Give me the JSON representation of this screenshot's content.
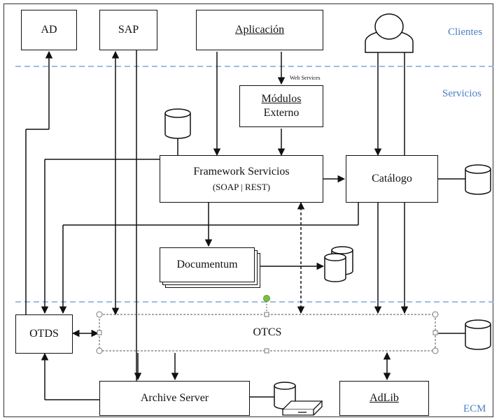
{
  "zones": {
    "clientes": "Clientes",
    "servicios": "Servicios",
    "ecm": "ECM"
  },
  "nodes": {
    "ad": "AD",
    "sap": "SAP",
    "aplicacion": "Aplicación",
    "modulos_line1": "Módulos",
    "modulos_line2": "Externo",
    "framework_line1": "Framework Servicios",
    "framework_line2": "(SOAP | REST)",
    "catalogo": "Catálogo",
    "documentum": "Documentum",
    "otds": "OTDS",
    "otcs": "OTCS",
    "archive_server": "Archive Server",
    "adlib": "AdLib"
  },
  "labels": {
    "web_services": "Web Services"
  },
  "colors": {
    "zone_label": "#4a7fc1",
    "zone_divider": "#7ba7d6",
    "selection_handle": "#7ac143"
  }
}
